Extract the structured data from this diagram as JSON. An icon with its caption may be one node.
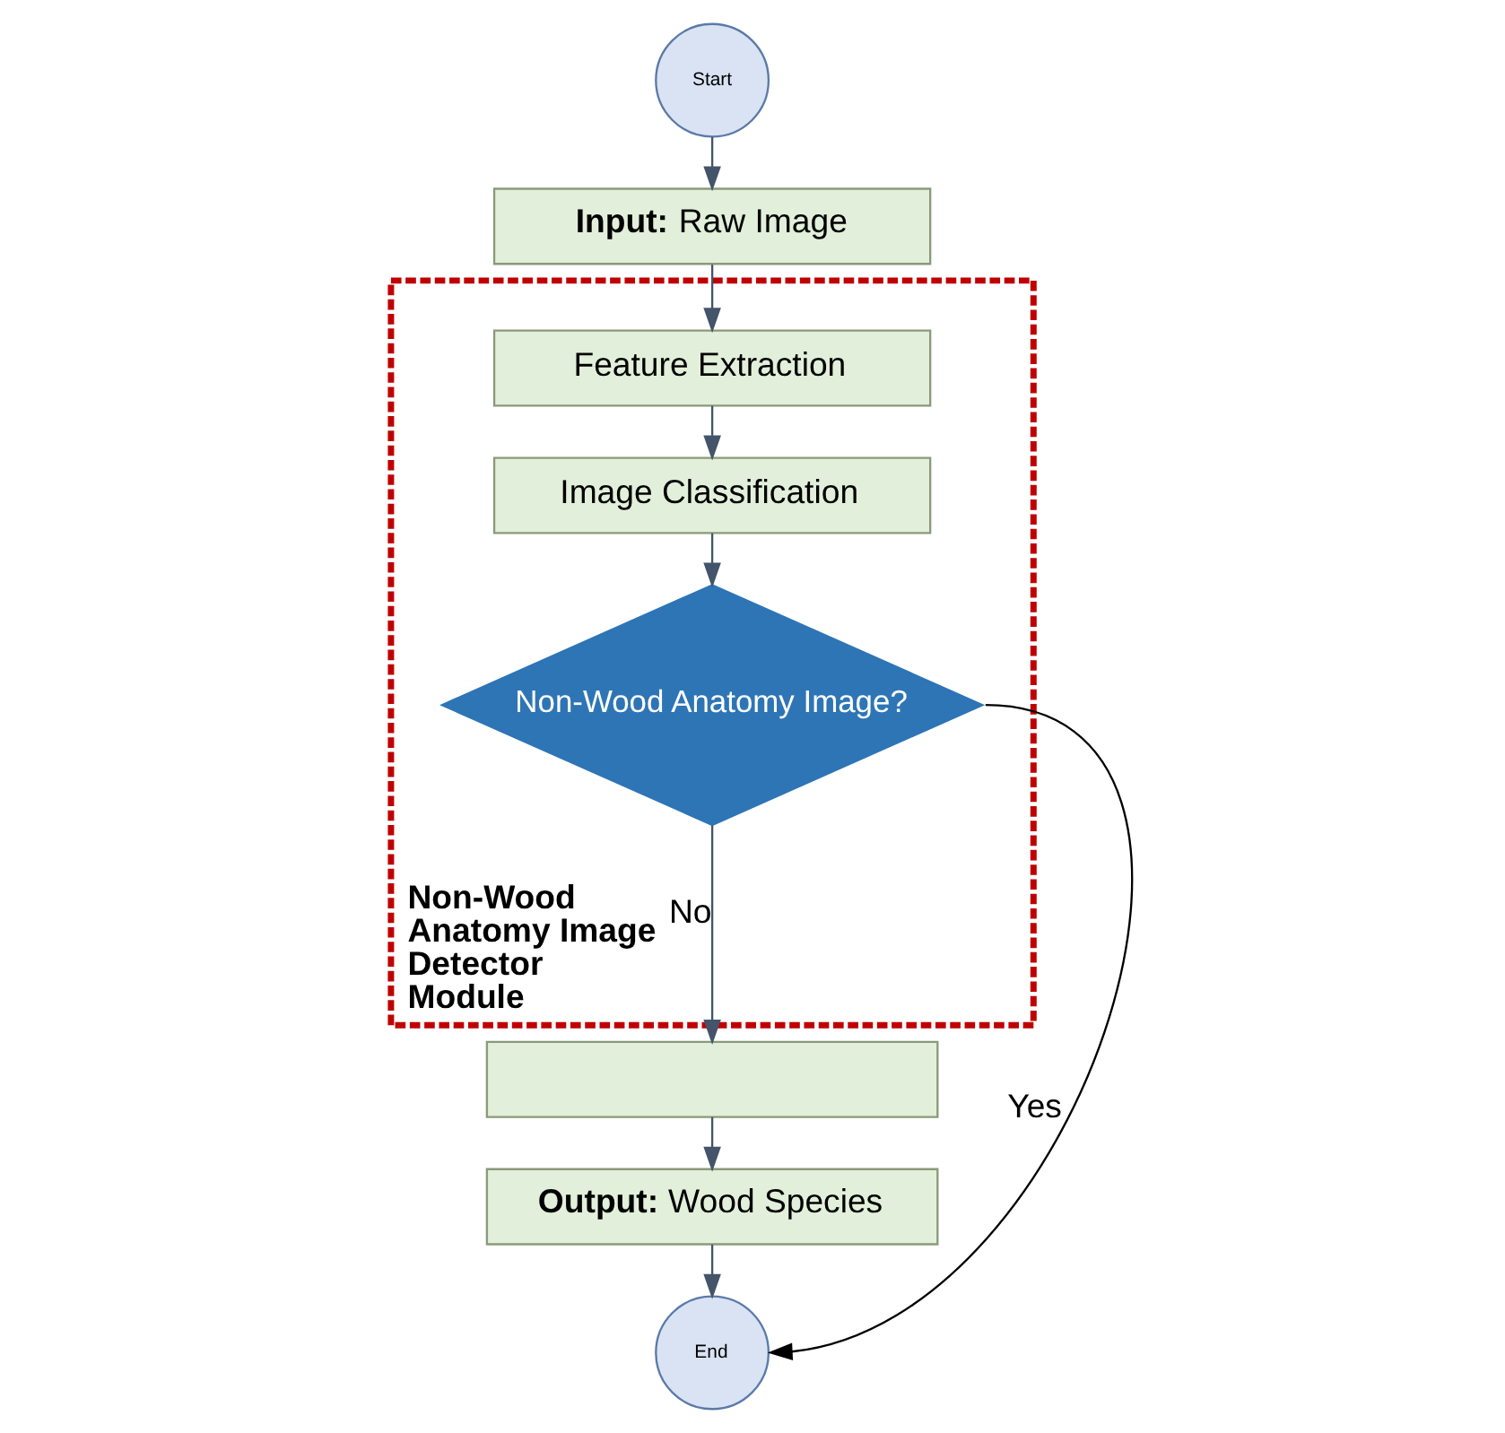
{
  "diagram": {
    "nodes": [
      {
        "text": [
          "Start"
        ]
      },
      {
        "text": [
          "**Input:** Raw Image"
        ]
      },
      {
        "text": [
          "Non-Wood Anatomy Image Detector Module"
        ]
      },
      {
        "text": [
          "Feature Extraction"
        ],
        "in": 2
      },
      {
        "text": [
          "Image Classification"
        ],
        "in": 2
      },
      {
        "text": [
          "Non-Wood Anatomy Image?"
        ],
        "in": 2
      },
      {
        "text": [],
        "shape": "box"
      },
      {
        "text": [
          "**Output:** Wood Species"
        ]
      },
      {
        "text": [
          "End"
        ]
      }
    ],
    "edges": [
      {
        "from": 0,
        "to": 1,
        "arrow": "to"
      },
      {
        "from": 1,
        "to": 3,
        "arrow": "to"
      },
      {
        "from": 3,
        "to": 4,
        "arrow": "to"
      },
      {
        "from": 4,
        "to": 5,
        "arrow": "to"
      },
      {
        "from": 5,
        "to": 6,
        "arrow": "to",
        "label": "No"
      },
      {
        "from": 6,
        "to": 7,
        "arrow": "to"
      },
      {
        "from": 7,
        "to": 8,
        "arrow": "to"
      },
      {
        "from": 5,
        "to": 8,
        "arrow": "to",
        "label": "Yes",
        "color": "#000000"
      }
    ]
  }
}
